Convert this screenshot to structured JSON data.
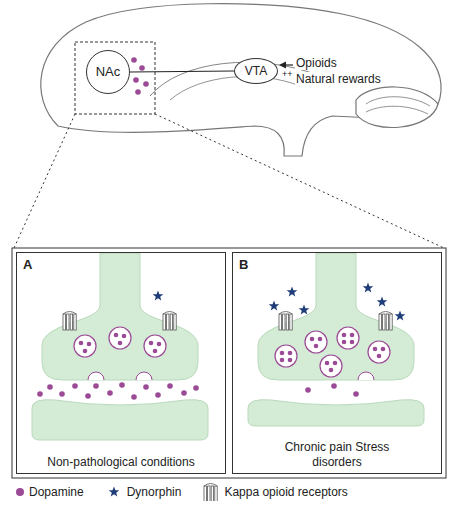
{
  "diagram": {
    "nodes": [
      {
        "text": [
          "NAc"
        ]
      },
      {
        "text": [
          "VTA"
        ]
      },
      {
        "text": [
          "A",
          "Non-pathological conditions"
        ]
      },
      {
        "text": [
          "B",
          "Chronic pain Stress disorders"
        ]
      }
    ],
    "edges": [
      {
        "from": 1,
        "to": 0,
        "arrow": "none"
      }
    ],
    "labels": [
      "Opioids",
      "Natural rewards",
      "++"
    ],
    "legend": [
      {
        "text": "Dopamine",
        "color": "#9b4a96"
      },
      {
        "text": "Dynorphin"
      },
      {
        "text": "Kappa opioid receptors"
      }
    ]
  }
}
